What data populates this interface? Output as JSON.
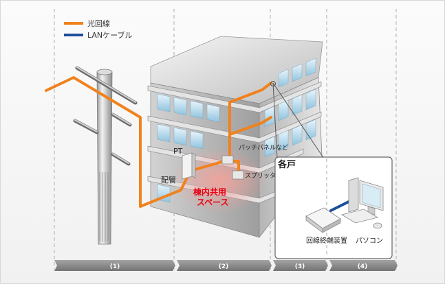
{
  "legend": {
    "items": [
      {
        "label": "光回線",
        "color": "#f0821e"
      },
      {
        "label": "LANケーブル",
        "color": "#1e4f9b"
      }
    ]
  },
  "labels": {
    "pt": "PT",
    "pipe": "配管",
    "shared_space": [
      "棟内共用",
      "スペース"
    ],
    "patch_panel": "パッチパネルなど",
    "splitter": "スプリッタ",
    "each_unit": "各戸",
    "onu": "回線終端装置",
    "pc": "パソコン"
  },
  "sections": [
    "(1)",
    "(2)",
    "(3)",
    "(4)"
  ],
  "colors": {
    "fiber": "#f0821e",
    "lan": "#1e4f9b",
    "accent_text": "#e60012",
    "section_bar": "#8a8a8a"
  }
}
